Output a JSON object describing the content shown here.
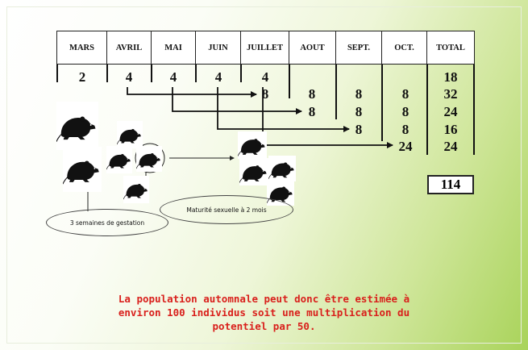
{
  "table": {
    "headers": [
      "MARS",
      "AVRIL",
      "MAI",
      "JUIN",
      "JUILLET",
      "AOUT",
      "SEPT.",
      "OCT.",
      "TOTAL"
    ],
    "first_row": [
      "2",
      "4",
      "4",
      "4",
      "4"
    ],
    "cascade_rows": [
      {
        "start_month": "AVRIL",
        "values": [
          "8",
          "8",
          "8"
        ],
        "total": "32"
      },
      {
        "start_month": "MAI",
        "values": [
          "8",
          "8",
          "8"
        ],
        "total": "24"
      },
      {
        "start_month": "JUIN",
        "values": [
          "8",
          "8"
        ],
        "total": "16"
      },
      {
        "start_month": "JUILLET",
        "values": [
          "24"
        ],
        "total": "24"
      }
    ],
    "first_row_total": "18",
    "grand_total": "114"
  },
  "labels": {
    "gestation": "3 semaines de gestation",
    "maturity": "Maturité sexuelle à 2 mois"
  },
  "conclusion": [
    "La population automnale peut donc être estimée à",
    "environ 100 individus soit une multiplication du",
    "potentiel par 50."
  ],
  "icons": [
    "rat-silhouette-icon"
  ],
  "colors": {
    "conclusion_text": "#d9201c",
    "background_accent": "#a9d35a"
  }
}
